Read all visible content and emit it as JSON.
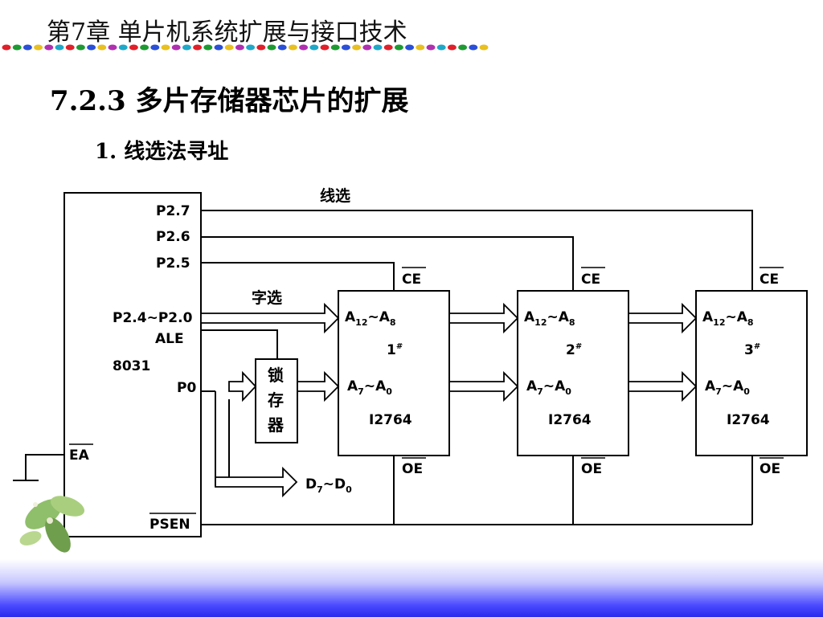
{
  "header": {
    "chapter_title": "第7章  单片机系统扩展与接口技术"
  },
  "section": {
    "title": "7.2.3 多片存储器芯片的扩展",
    "subtitle": "1. 线选法寻址"
  },
  "diagram": {
    "cpu": {
      "name": "8031",
      "pins": {
        "p27": "P2.7",
        "p26": "P2.6",
        "p25": "P2.5",
        "p24_20": "P2.4~P2.0",
        "ale": "ALE",
        "p0": "P0",
        "ea": "EA",
        "psen": "PSEN"
      }
    },
    "line_select_label": "线选",
    "word_select_label": "字选",
    "latch": {
      "c1": "锁",
      "c2": "存",
      "c3": "器"
    },
    "data_bus": {
      "main": "D",
      "sub1": "7",
      "sep": "~D",
      "sub2": "0"
    },
    "chips": [
      {
        "number": "1",
        "mark": "#",
        "model": "I2764",
        "ce": "CE",
        "oe": "OE",
        "addr_high": {
          "a": "A",
          "s1": "12",
          "t": "~A",
          "s2": "8"
        },
        "addr_low": {
          "a": "A",
          "s1": "7",
          "t": "~A",
          "s2": "0"
        }
      },
      {
        "number": "2",
        "mark": "#",
        "model": "I2764",
        "ce": "CE",
        "oe": "OE",
        "addr_high": {
          "a": "A",
          "s1": "12",
          "t": "~A",
          "s2": "8"
        },
        "addr_low": {
          "a": "A",
          "s1": "7",
          "t": "~A",
          "s2": "0"
        }
      },
      {
        "number": "3",
        "mark": "#",
        "model": "I2764",
        "ce": "CE",
        "oe": "OE",
        "addr_high": {
          "a": "A",
          "s1": "12",
          "t": "~A",
          "s2": "8"
        },
        "addr_low": {
          "a": "A",
          "s1": "7",
          "t": "~A",
          "s2": "0"
        }
      }
    ]
  },
  "colors": {
    "line": "#000000",
    "bottom_gradient_end": "#2828ee"
  }
}
